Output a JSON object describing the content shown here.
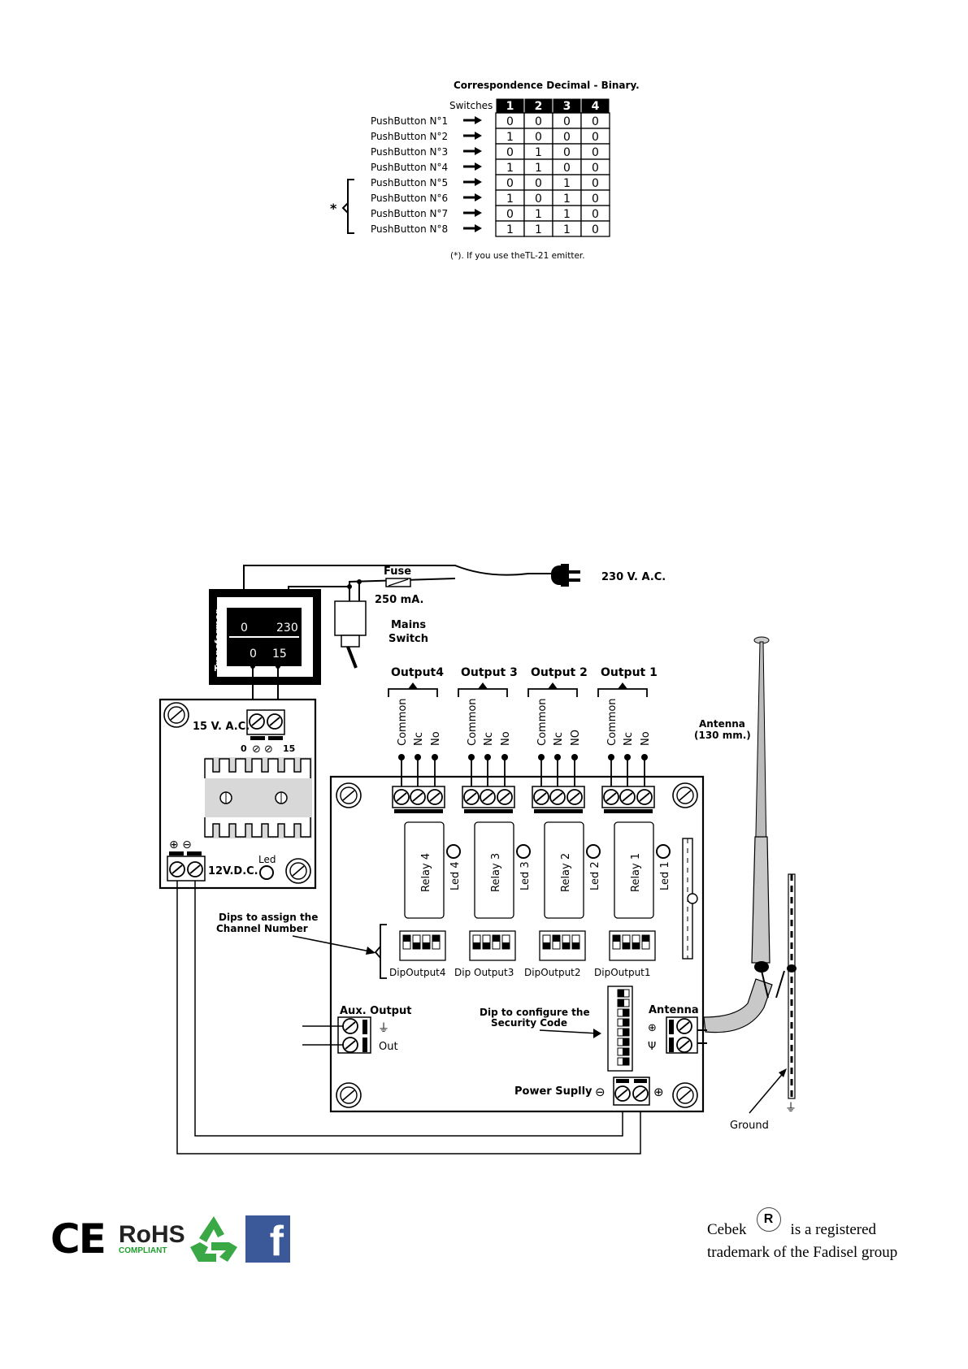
{
  "table": {
    "title": "Correspondence Decimal - Binary.",
    "switches_label": "Switches",
    "columns": [
      "1",
      "2",
      "3",
      "4"
    ],
    "rows": [
      {
        "label": "PushButton N°1",
        "values": [
          "0",
          "0",
          "0",
          "0"
        ]
      },
      {
        "label": "PushButton N°2",
        "values": [
          "1",
          "0",
          "0",
          "0"
        ]
      },
      {
        "label": "PushButton N°3",
        "values": [
          "0",
          "1",
          "0",
          "0"
        ]
      },
      {
        "label": "PushButton N°4",
        "values": [
          "1",
          "1",
          "0",
          "0"
        ]
      },
      {
        "label": "PushButton N°5",
        "values": [
          "0",
          "0",
          "1",
          "0"
        ]
      },
      {
        "label": "PushButton N°6",
        "values": [
          "1",
          "0",
          "1",
          "0"
        ]
      },
      {
        "label": "PushButton N°7",
        "values": [
          "0",
          "1",
          "1",
          "0"
        ]
      },
      {
        "label": "PushButton N°8",
        "values": [
          "1",
          "1",
          "1",
          "0"
        ]
      }
    ],
    "bracket_mark": "*",
    "footnote": "(*). If you use theTL-21 emitter."
  },
  "diagram": {
    "fuse": "Fuse",
    "fuse_rating": "250 mA.",
    "mains_voltage": "230 V. A.C.",
    "mains_switch": [
      "Mains",
      "Switch"
    ],
    "transformer": "Transformer",
    "transformer_primary": [
      "0",
      "230"
    ],
    "transformer_secondary": [
      "0",
      "15"
    ],
    "psu_input": "15 V. A.C.",
    "psu_input_terminals": [
      "0",
      "15"
    ],
    "psu_led": "Led",
    "psu_output": "12V.D.C.",
    "outputs": [
      "Output4",
      "Output 3",
      "Output 2",
      "Output 1"
    ],
    "terminal_labels": [
      [
        "Common",
        "Nc",
        "No"
      ],
      [
        "Common",
        "Nc",
        "No"
      ],
      [
        "Common",
        "Nc",
        "NO"
      ],
      [
        "Common",
        "Nc",
        "No"
      ]
    ],
    "relays": [
      "Relay 4",
      "Relay 3",
      "Relay 2",
      "Relay 1"
    ],
    "leds": [
      "Led 4",
      "Led 3",
      "Led 2",
      "Led 1"
    ],
    "dips_note": [
      "Dips to assign the",
      "Channel Number"
    ],
    "dip_outputs": [
      "DipOutput4",
      "Dip Output3",
      "DipOutput2",
      "DipOutput1"
    ],
    "security_note": [
      "Dip to configure the",
      "Security Code"
    ],
    "aux_output": "Aux. Output",
    "aux_out": "Out",
    "antenna": "Antenna",
    "antenna_note": [
      "Antenna",
      "(130 mm.)"
    ],
    "power_supply": "Power Suplly",
    "ground": "Ground"
  },
  "footer": {
    "ce": "CE",
    "rohs": "RoHS",
    "rohs_sub": "COMPLIANT",
    "facebook": "f",
    "trademark_brand": "Cebek",
    "trademark_symbol": "R",
    "trademark_line1": "is a registered",
    "trademark_line2": "trademark of the Fadisel group"
  }
}
